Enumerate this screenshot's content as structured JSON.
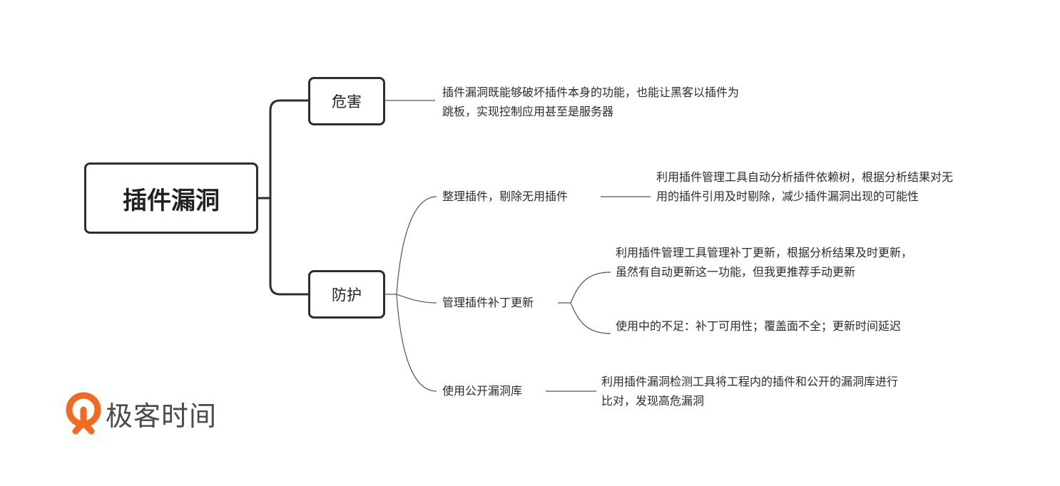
{
  "root": {
    "label": "插件漏洞"
  },
  "branches": {
    "harm": {
      "label": "危害",
      "text": "插件漏洞既能够破坏插件本身的功能，也能让黑客以插件为跳板，实现控制应用甚至是服务器"
    },
    "protect": {
      "label": "防护",
      "items": [
        {
          "label": "整理插件，剔除无用插件",
          "text": "利用插件管理工具自动分析插件依赖树，根据分析结果对无用的插件引用及时剔除，减少插件漏洞出现的可能性"
        },
        {
          "label": "管理插件补丁更新",
          "details": [
            "利用插件管理工具管理补丁更新，根据分析结果及时更新，虽然有自动更新这一功能，但我更推荐手动更新",
            "使用中的不足：补丁可用性；覆盖面不全；更新时间延迟"
          ]
        },
        {
          "label": "使用公开漏洞库",
          "text": "利用插件漏洞检测工具将工程内的插件和公开的漏洞库进行比对，发现高危漏洞"
        }
      ]
    }
  },
  "logo": {
    "text": "极客时间",
    "icon": "geektime-logo-icon",
    "color": "#f06a22"
  }
}
